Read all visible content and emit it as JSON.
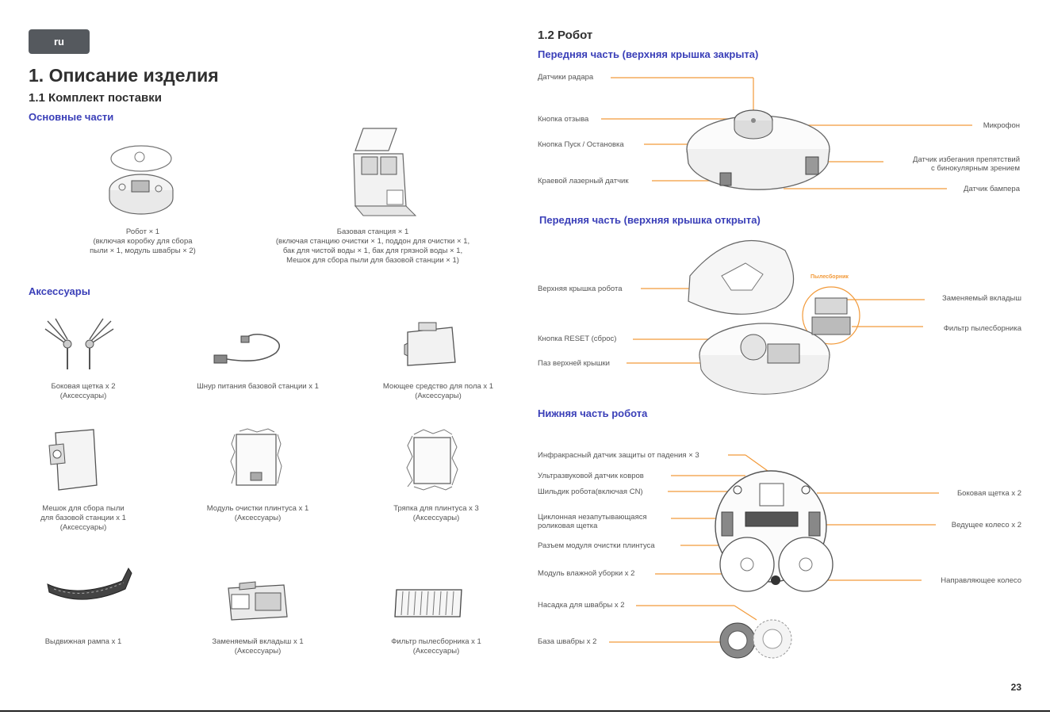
{
  "lang_badge": "ru",
  "left": {
    "title": "1. Описание изделия",
    "section_1_1": "1.1 Комплект поставки",
    "main_parts_heading": "Основные части",
    "robot_caption": [
      "Робот × 1",
      "(включая коробку для сбора",
      "пыли × 1, модуль швабры × 2)"
    ],
    "base_caption": [
      "Базовая станция × 1",
      "(включая станцию очистки × 1, поддон для очистки × 1,",
      "бак для чистой воды × 1, бак для грязной воды × 1,",
      "Мешок для сбора пыли для базовой станции × 1)"
    ],
    "accessories_heading": "Аксессуары",
    "accessories": [
      [
        "Боковая щетка x 2",
        "(Аксессуары)"
      ],
      [
        "Шнур питания базовой станции x 1"
      ],
      [
        "Моющее средство для пола x 1",
        "(Аксессуары)"
      ],
      [
        "Мешок для сбора пыли",
        "для базовой станции x 1",
        "(Аксессуары)"
      ],
      [
        "Модуль очистки плинтуса x 1",
        "(Аксессуары)"
      ],
      [
        "Тряпка для плинтуса x 3",
        "(Аксессуары)"
      ],
      [
        "Выдвижная рампа x 1"
      ],
      [
        "Заменяемый вкладыш x 1",
        "(Аксессуары)"
      ],
      [
        "Фильтр пылесборника x 1",
        "(Аксессуары)"
      ]
    ]
  },
  "right": {
    "section_1_2": "1.2 Робот",
    "front_closed_heading": "Передняя часть (верхняя крышка закрыта)",
    "front_closed_labels": {
      "radar": "Датчики радара",
      "feedback": "Кнопка отзыва",
      "start_stop": "Кнопка Пуск / Остановка",
      "edge_laser": "Краевой лазерный датчик",
      "microphone": "Микрофон",
      "binocular": [
        "Датчик избегания препятствий",
        "с бинокулярным зрением"
      ],
      "bumper": "Датчик бампера"
    },
    "front_open_heading": "Передняя часть (верхняя крышка открыта)",
    "front_open_labels": {
      "top_cover": "Верхняя крышка робота",
      "reset": "Кнопка RESET (сброс)",
      "cover_slot": "Паз верхней крышки",
      "dustbin": "Пылесборник",
      "liner": "Заменяемый вкладыш",
      "filter": "Фильтр пылесборника"
    },
    "bottom_heading": "Нижняя часть робота",
    "bottom_labels": {
      "ir_cliff": "Инфракрасный датчик защиты от падения × 3",
      "ultrasonic": "Ультразвуковой датчик ковров",
      "nameplate": "Шильдик робота(включая CN)",
      "roller": [
        "Циклонная незапутывающаяся",
        "роликовая щетка"
      ],
      "baseboard_connector": "Разъем модуля очистки плинтуса",
      "wet_module": "Модуль влажной уборки x 2",
      "mop_pad": "Насадка для швабры x 2",
      "mop_base": "База швабры x 2",
      "side_brush": "Боковая щетка x 2",
      "drive_wheel": "Ведущее колесо x 2",
      "caster": "Направляющее колесо"
    },
    "page_number": "23"
  },
  "colors": {
    "accent_blue": "#3a3fb8",
    "leader_orange": "#f29a3a",
    "badge_gray": "#55595e"
  }
}
